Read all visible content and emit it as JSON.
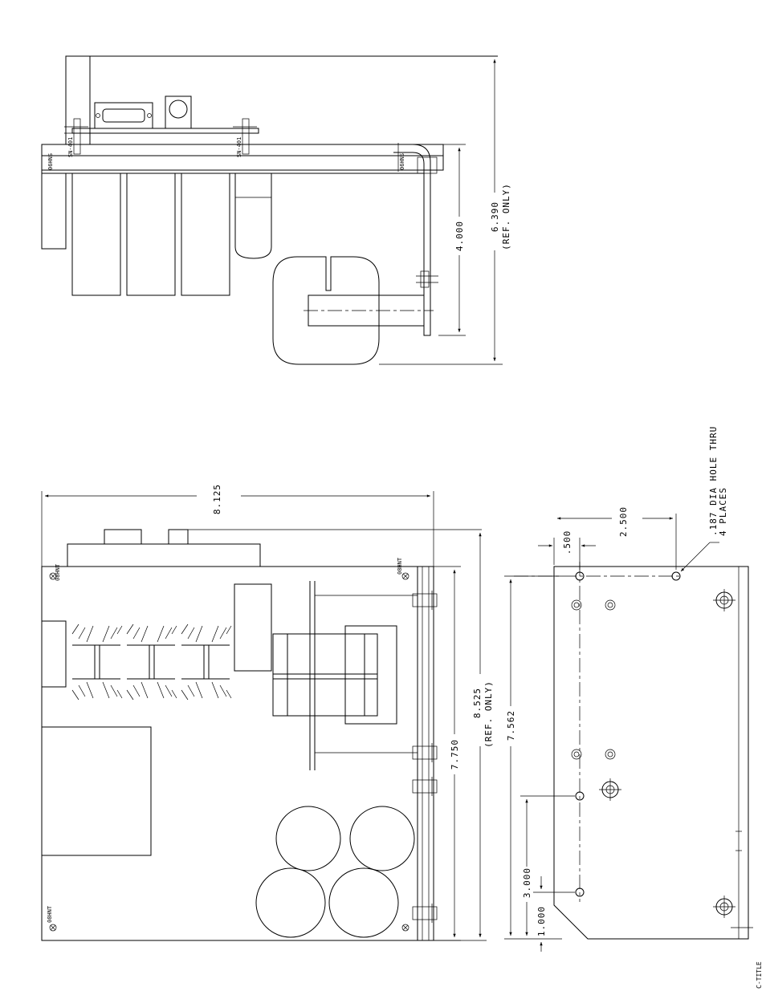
{
  "drawing": {
    "side_view": {
      "height_dim": "6.390",
      "height_note": "(REF. ONLY)",
      "standoff_dim": "4.000",
      "part_labels": [
        "SN-401",
        "SN-401",
        "06HNS",
        "06HNS"
      ]
    },
    "top_view": {
      "width_dim": "8.125",
      "length_dim": "7.750",
      "overall_dim": "8.525",
      "overall_note": "(REF. ONLY)",
      "corner_labels": [
        "08HNT",
        "08HNT",
        "08HNT"
      ]
    },
    "bottom_view": {
      "hole_note_line1": ".187 DIA HOLE THRU",
      "hole_note_line2": "4 PLACES",
      "dim_500": ".500",
      "dim_2500": "2.500",
      "dim_7562": "7.562",
      "dim_3000": "3.000",
      "dim_1000": "1.000"
    },
    "title_tag": "C-TITLE"
  }
}
